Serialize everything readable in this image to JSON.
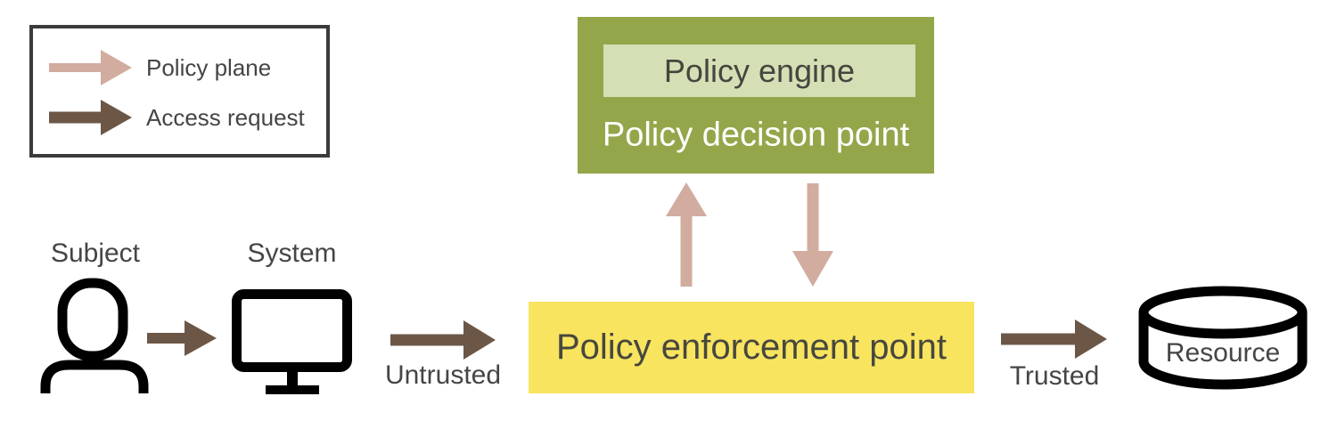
{
  "legend": {
    "items": [
      {
        "label": "Policy plane",
        "arrow_color": "#d1ac9f"
      },
      {
        "label": "Access request",
        "arrow_color": "#6c5747"
      }
    ],
    "border_color": "#3b3b3b"
  },
  "nodes": {
    "policy_decision_point": {
      "label": "Policy decision point",
      "bg": "#94a64a",
      "text_color": "#ffffff"
    },
    "policy_engine": {
      "label": "Policy engine",
      "bg": "#d5dfb5",
      "text_color": "#45463f"
    },
    "policy_enforcement_point": {
      "label": "Policy enforcement point",
      "bg": "#f8e45f",
      "text_color": "#47473f"
    },
    "subject": {
      "label": "Subject",
      "icon": "person-icon"
    },
    "system": {
      "label": "System",
      "icon": "monitor-icon"
    },
    "resource": {
      "label": "Resource",
      "icon": "database-cylinder-icon"
    }
  },
  "edges": {
    "subject_to_system": {
      "type": "access-request",
      "color": "#6c5747"
    },
    "system_to_pep": {
      "type": "access-request",
      "color": "#6c5747",
      "label": "Untrusted"
    },
    "pep_to_resource": {
      "type": "access-request",
      "color": "#6c5747",
      "label": "Trusted"
    },
    "pep_to_pdp": {
      "type": "policy-plane",
      "color": "#d1ac9f"
    },
    "pdp_to_pep": {
      "type": "policy-plane",
      "color": "#d1ac9f"
    }
  },
  "colors": {
    "background": "#ffffff",
    "text": "#454545",
    "icon_stroke": "#000000"
  }
}
